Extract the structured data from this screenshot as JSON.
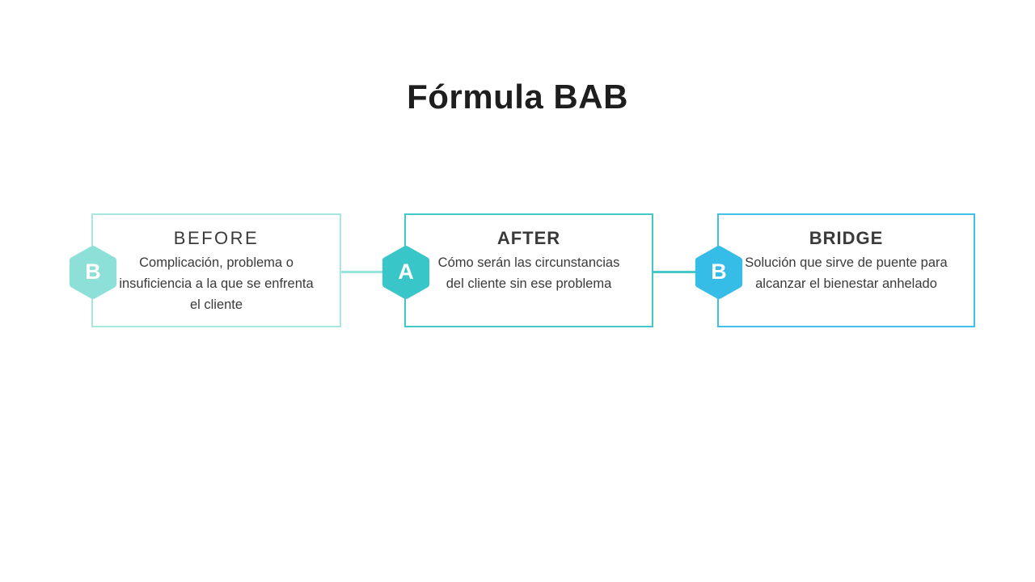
{
  "page": {
    "title": "Fórmula BAB",
    "background_color": "#ffffff",
    "title_color": "#1e1e1e",
    "text_color": "#3a3a3a"
  },
  "diagram": {
    "cards": [
      {
        "id": "before",
        "badge_letter": "B",
        "badge_color": "#8ce0d8",
        "border_color": "#a6e8df",
        "title": "BEFORE",
        "description": "Complicación, problema o insuficiencia a la que se enfrenta el cliente"
      },
      {
        "id": "after",
        "badge_letter": "A",
        "badge_color": "#38c6c9",
        "border_color": "#41c8cb",
        "title": "AFTER",
        "description": "Cómo serán las circunstancias del cliente sin ese problema"
      },
      {
        "id": "bridge",
        "badge_letter": "B",
        "badge_color": "#35bde8",
        "border_color": "#3fc1e9",
        "title": "BRIDGE",
        "description": "Solución que sirve de puente para alcanzar el bienestar anhelado"
      }
    ],
    "connectors": [
      {
        "id": "before-after",
        "color": "#98e5dc"
      },
      {
        "id": "after-bridge",
        "color": "#48c8ce"
      }
    ]
  }
}
